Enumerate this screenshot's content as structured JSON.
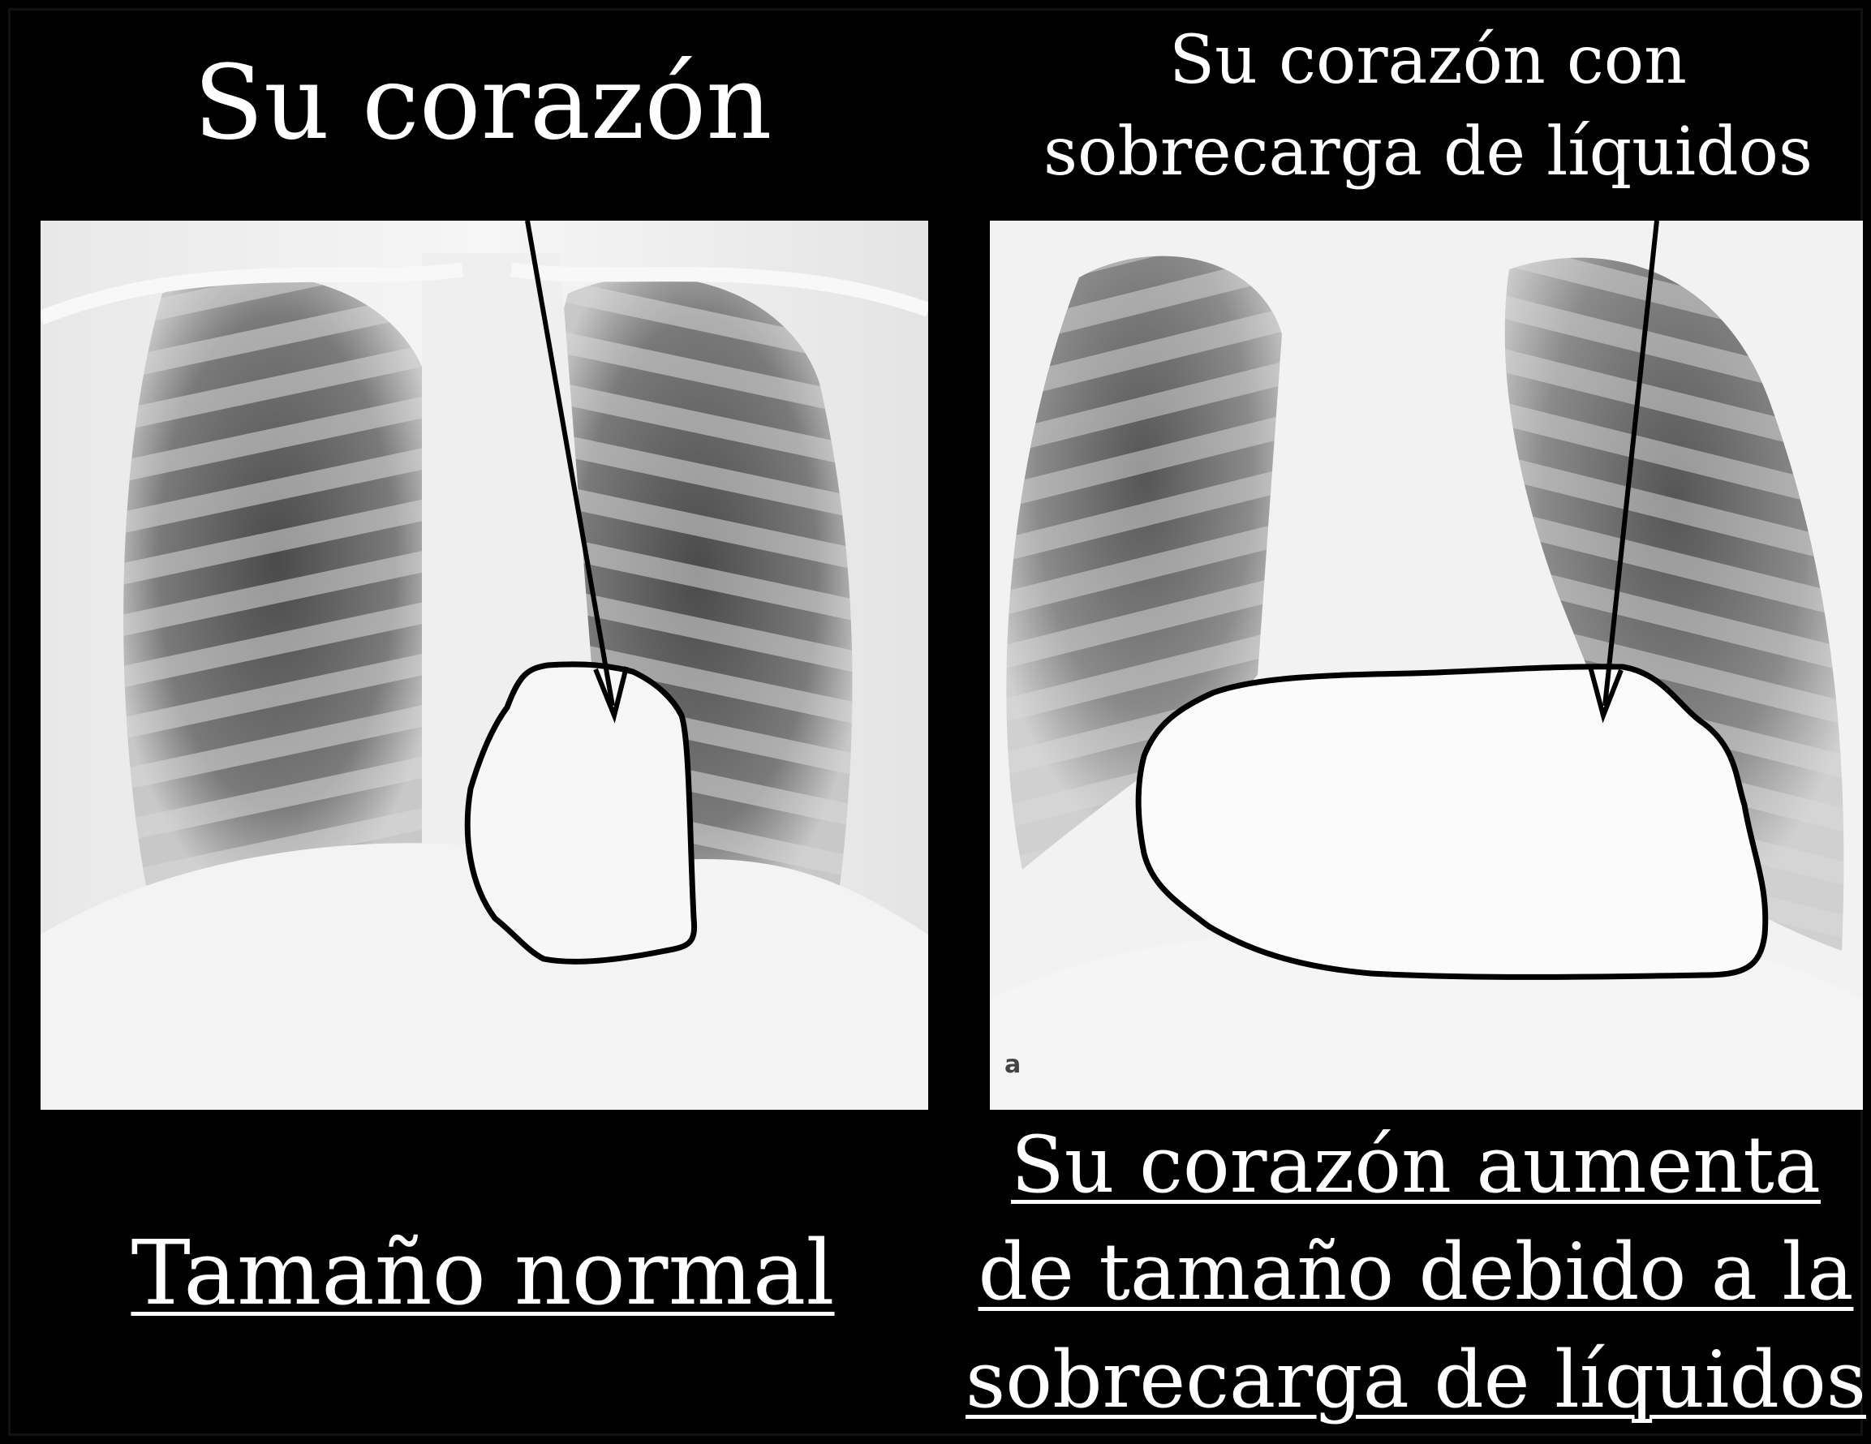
{
  "titles": {
    "left": "Su corazón",
    "right_line1": "Su corazón con",
    "right_line2": "sobrecarga de líquidos"
  },
  "captions": {
    "left": "Tamaño normal",
    "right_line1": "Su corazón aumenta",
    "right_line2": "de tamaño debido a la",
    "right_line3": "sobrecarga de líquidos"
  },
  "xray_right_corner_mark": "a",
  "colors": {
    "background": "#000000",
    "text": "#ffffff",
    "outline": "#000000",
    "xray_light": "#f4f4f4",
    "xray_dark": "#3a3a3a"
  },
  "icons": {
    "left_image": "chest-xray-normal-heart-image",
    "right_image": "chest-xray-enlarged-heart-image",
    "pointer": "arrow-icon"
  }
}
